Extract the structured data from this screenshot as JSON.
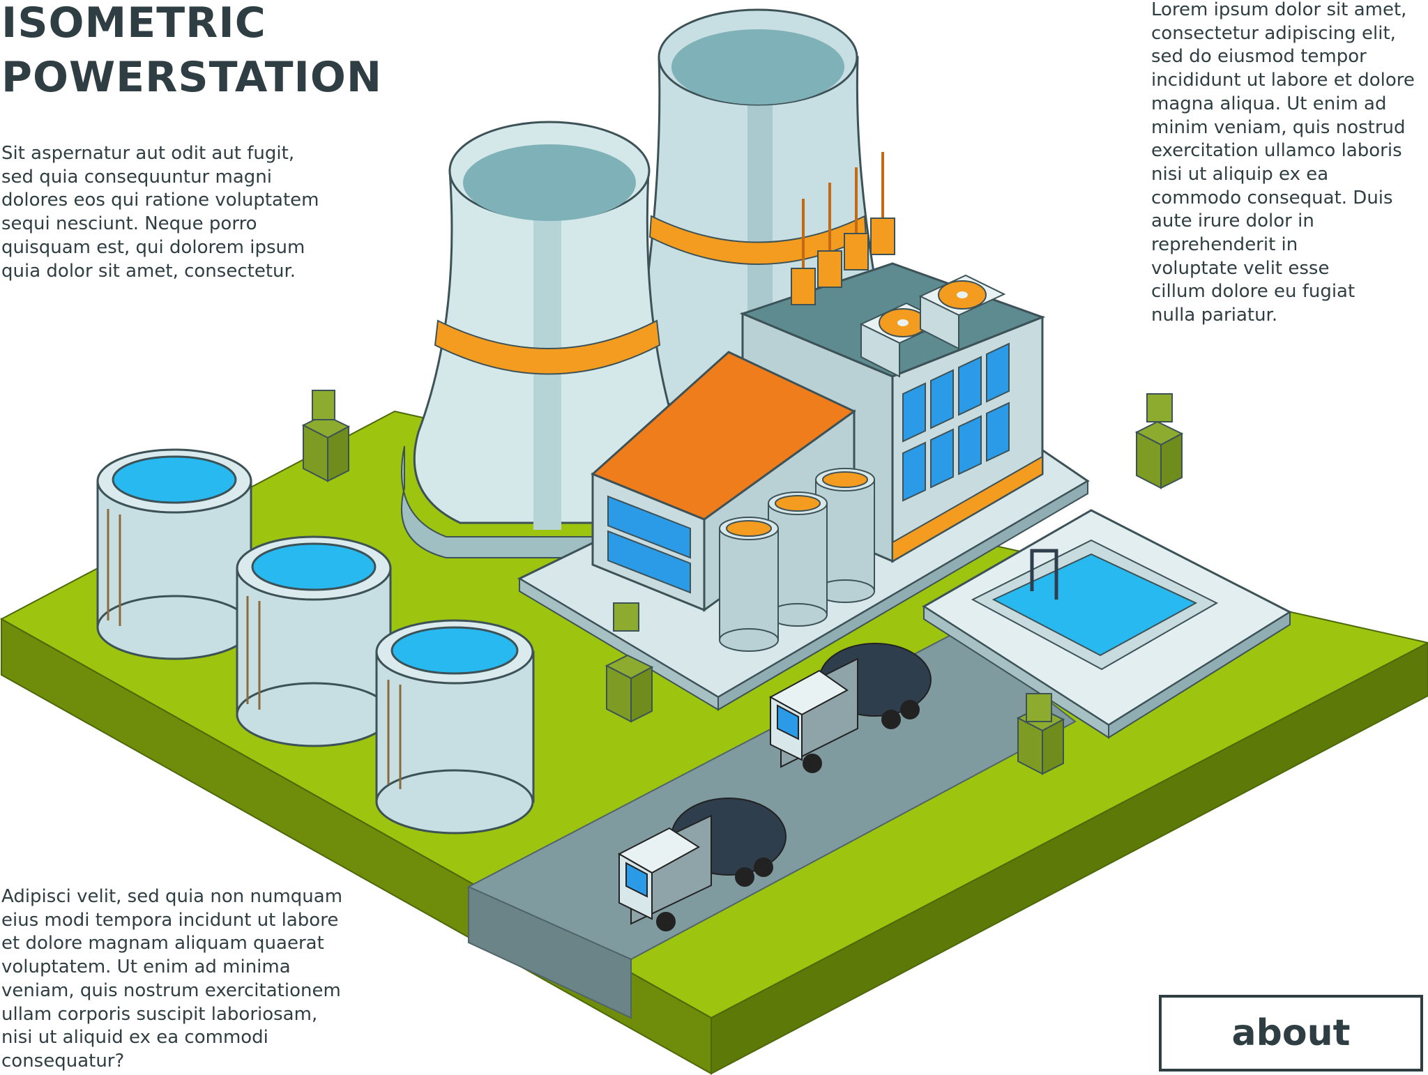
{
  "header": {
    "title_line1": "ISOMETRIC",
    "title_line2": "POWERSTATION"
  },
  "text": {
    "intro": "Sit aspernatur aut odit aut fugit,\nsed quia consequuntur magni\ndolores eos qui ratione voluptatem\nsequi nesciunt. Neque porro\nquisquam est, qui dolorem ipsum\nquia dolor sit amet, consectetur.",
    "side": "Lorem ipsum dolor sit amet,\nconsectetur adipiscing elit,\nsed do eiusmod tempor\nincididunt ut labore et dolore\nmagna aliqua. Ut enim ad\nminim veniam, quis nostrud\nexercitation ullamco laboris\nnisi ut aliquip ex ea\ncommodo consequat. Duis\naute irure dolor in\nreprehenderit in\nvoluptate velit esse\ncillum dolore eu fugiat\nnulla pariatur.",
    "footer": "Adipisci velit, sed quia non numquam\neius modi tempora incidunt ut labore\net dolore magnam aliquam quaerat\nvoluptatem. Ut enim ad minima\nveniam, quis nostrum exercitationem\nullam corporis suscipit laboriosam,\nnisi ut aliquid ex ea commodi\nconsequatur?"
  },
  "buttons": {
    "about_label": "about"
  },
  "colors": {
    "text": "#2f3e43",
    "grass": "#9dc40f",
    "grass_side_left": "#6f8d0a",
    "grass_side_right": "#5d7a08",
    "road": "#7f9ba0",
    "tower": "#c7dfe2",
    "tower_band": "#f39c1f",
    "roof": "#f07d1c",
    "window": "#2b9be8",
    "water": "#27b9f0",
    "tanker": "#2f3e4c"
  },
  "icons": [
    "cooling-tower-icon",
    "factory-icon",
    "storage-tank-icon",
    "tanker-truck-icon",
    "tree-icon",
    "pool-icon",
    "fan-icon",
    "insulator-icon"
  ]
}
